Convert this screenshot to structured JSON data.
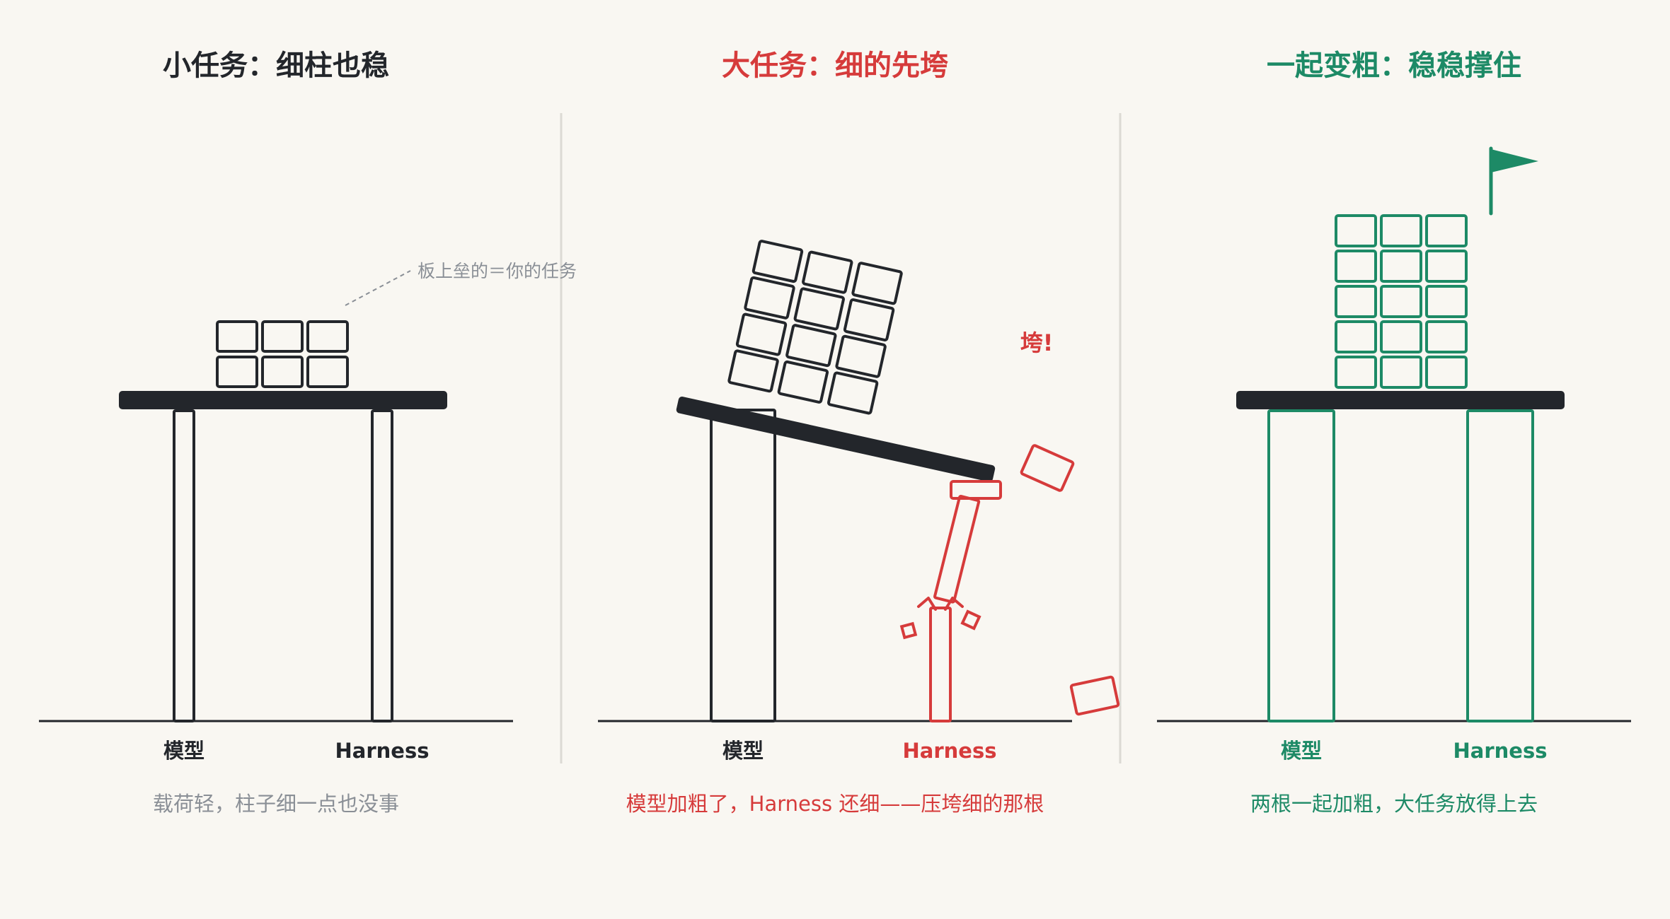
{
  "colors": {
    "background": "#f9f7f2",
    "ink": "#23262b",
    "danger": "#d63b3b",
    "success": "#1d8a66",
    "muted": "#8a8f96",
    "divider": "#dcdad4"
  },
  "panels": [
    {
      "title": "小任务：细柱也稳",
      "model_label": "模型",
      "harness_label": "Harness",
      "caption": "载荷轻，柱子细一点也没事",
      "annotation": "板上垒的＝你的任务"
    },
    {
      "title": "大任务：细的先垮",
      "model_label": "模型",
      "harness_label": "Harness",
      "caption": "模型加粗了，Harness 还细——压垮细的那根",
      "exclamation": "垮!"
    },
    {
      "title": "一起变粗：稳稳撑住",
      "model_label": "模型",
      "harness_label": "Harness",
      "caption": "两根一起加粗，大任务放得上去"
    }
  ]
}
